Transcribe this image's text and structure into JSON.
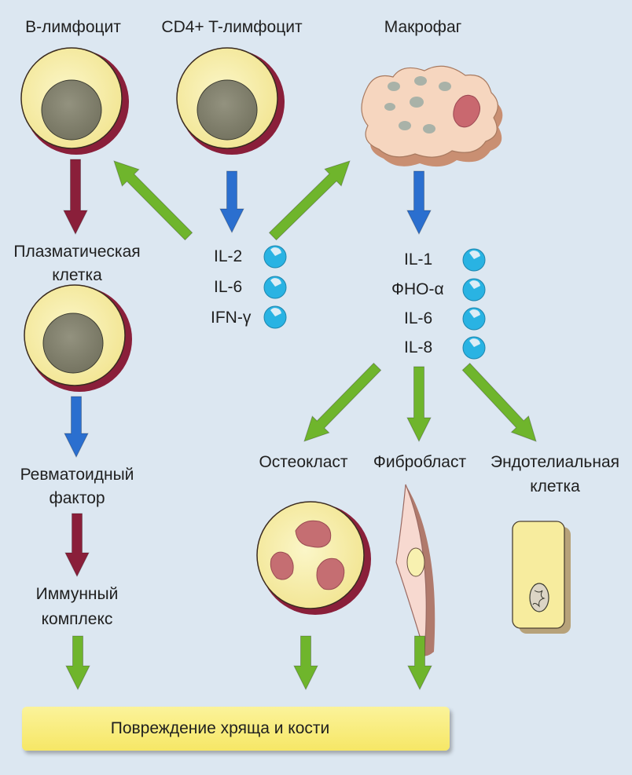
{
  "cells": {
    "b_lymphocyte": "В-лимфоцит",
    "t_lymphocyte": "CD4+ T-лимфоцит",
    "macrophage": "Макрофаг",
    "plasma_cell": [
      "Плазматическая",
      "клетка"
    ],
    "rheumatoid_factor": [
      "Ревматоидный",
      "фактор"
    ],
    "immune_complex": [
      "Иммунный",
      "комплекс"
    ],
    "osteoclast": "Остеокласт",
    "fibroblast": "Фибробласт",
    "endothelial": [
      "Эндотелиальная",
      "клетка"
    ]
  },
  "t_cell_cytokines": [
    "IL-2",
    "IL-6",
    "IFN-γ"
  ],
  "macrophage_cytokines": [
    "IL-1",
    "ФНО-α",
    "IL-6",
    "IL-8"
  ],
  "outcome": "Повреждение хряща и кости",
  "colors": {
    "background": "#dce7f1",
    "arrow_green": "#6fb52c",
    "arrow_blue": "#2b6fcf",
    "arrow_maroon": "#8a1f3a",
    "cytokine_dot": "#29b3e3",
    "cell_body": "#f7eeab",
    "nucleus": "#878677",
    "outcome_box": "#f6e766"
  }
}
